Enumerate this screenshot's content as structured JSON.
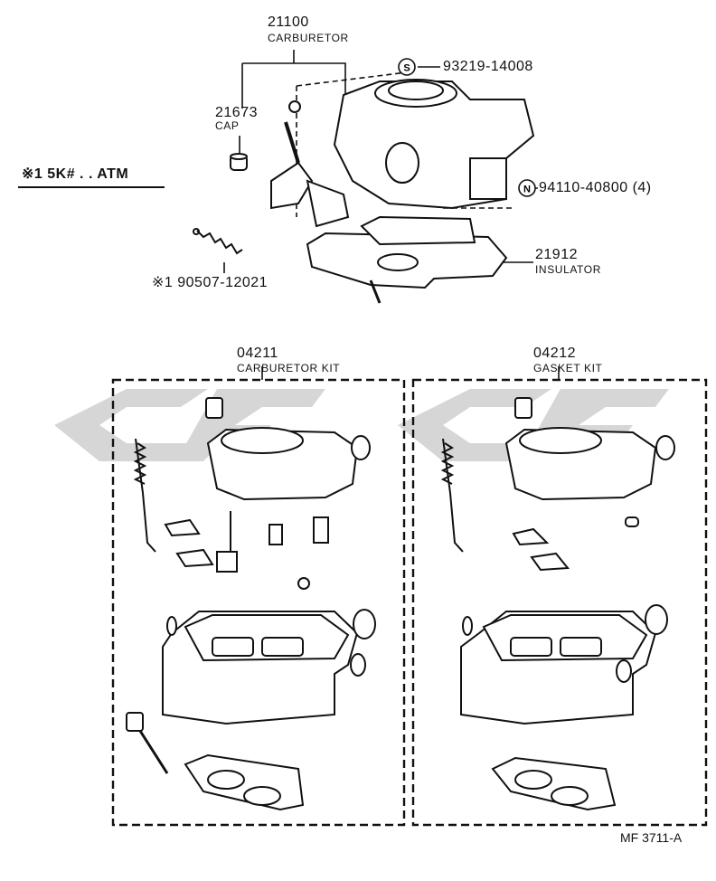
{
  "parts": {
    "carburetor": {
      "number": "21100",
      "name": "CARBURETOR"
    },
    "cap": {
      "number": "21673",
      "name": "CAP"
    },
    "screw": {
      "badge": "S",
      "number": "93219-14008"
    },
    "nut": {
      "badge": "N",
      "number": "94110-40800 (4)"
    },
    "insulator": {
      "number": "21912",
      "name": "INSULATOR"
    },
    "spring": {
      "number": "※1 90507-12021"
    }
  },
  "note": "※1 5K# . . ATM",
  "kits": [
    {
      "number": "04211",
      "name": "CARBURETOR KIT"
    },
    {
      "number": "04212",
      "name": "GASKET KIT"
    }
  ],
  "footer": "MF  3711-A",
  "colors": {
    "ink": "#111111",
    "watermark": "#c8c8c8"
  }
}
